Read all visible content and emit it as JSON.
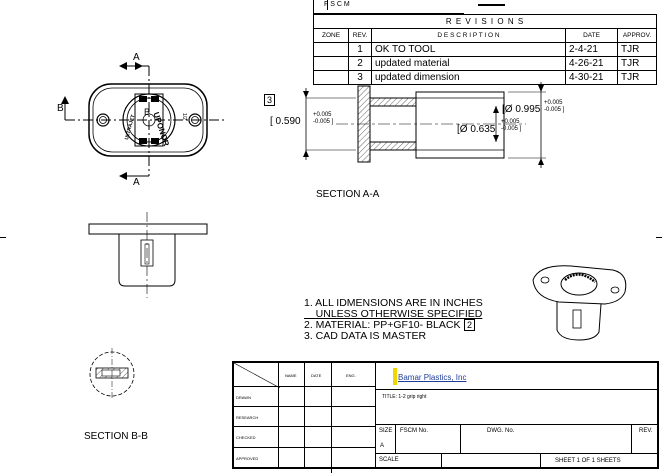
{
  "header": {
    "fscm_label": "F S C M"
  },
  "revisions": {
    "title": "R E V I S I O N S",
    "columns": [
      "ZONE",
      "REV.",
      "D E S C R I P T I O N",
      "DATE",
      "APPROV."
    ],
    "rows": [
      {
        "zone": "",
        "rev": "1",
        "description": "OK TO TOOL",
        "date": "2-4-21",
        "approv": "TJR"
      },
      {
        "zone": "",
        "rev": "2",
        "description": "updated material",
        "date": "4-26-21",
        "approv": "TJR"
      },
      {
        "zone": "",
        "rev": "3",
        "description": "updated dimension",
        "date": "4-30-21",
        "approv": "TJR"
      }
    ]
  },
  "views": {
    "front": {
      "section_marker_top": "A",
      "section_marker_bottom": "A",
      "section_marker_left": "B",
      "center_label": "B",
      "part_text_right": "UPONOR",
      "part_text_left": "ULTRAJET",
      "part_text_small": "1/2"
    },
    "section_aa": {
      "title": "SECTION A-A",
      "revision_flag": "3",
      "dim_left_value": "[  0.590",
      "dim_left_tol_plus": "+0.005",
      "dim_left_tol_minus": "-0.005  ]",
      "dim_outer_value": "[Ø 0.995",
      "dim_outer_tol_plus": "+0.005",
      "dim_outer_tol_minus": "-0.005  ]",
      "dim_inner_value": "[Ø 0.635",
      "dim_inner_tol_plus": "+0.005",
      "dim_inner_tol_minus": "-0.005  ]"
    },
    "section_bb": {
      "title": "SECTION B-B"
    }
  },
  "notes": {
    "lines": [
      "1. ALL IDMENSIONS ARE IN INCHES",
      "    UNLESS OTHERWISE SPECIFIED",
      "2. MATERIAL: PP+GF10- BLACK",
      "3. CAD DATA IS MASTER"
    ],
    "revision_flag": "2"
  },
  "title_block": {
    "sign_headers": [
      "NAME",
      "DATE",
      "ENG."
    ],
    "sign_rows": [
      "DRAWN",
      "RESEARCH",
      "CHECKED",
      "APPROVED"
    ],
    "company": "Bamar Plastics, Inc",
    "title": "TITLE:  1-2 grip right",
    "size_label": "SIZE",
    "size_value": "A",
    "fscm_label": "FSCM No.",
    "dwg_label": "DWG. No.",
    "rev_label": "REV.",
    "scale_label": "SCALE",
    "sheet_label": "SHEET 1 OF 1 SHEETS"
  },
  "colors": {
    "logo_bar": "#f2d600",
    "company_text": "#1f3e99"
  }
}
